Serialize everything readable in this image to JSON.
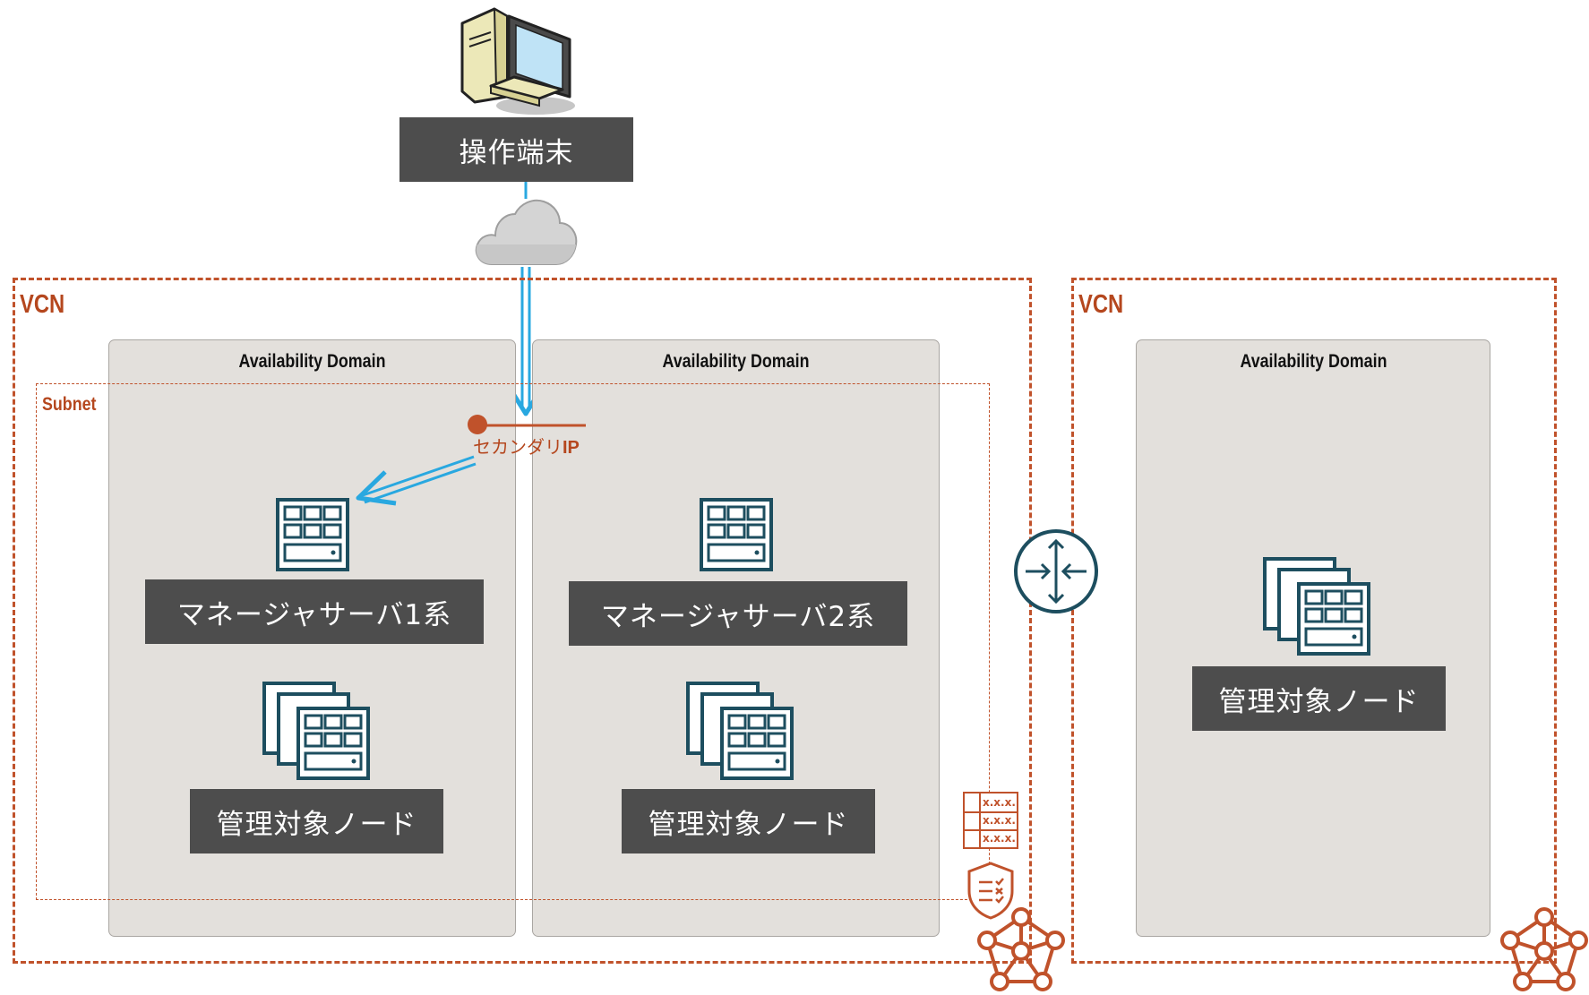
{
  "terminal": {
    "label": "操作端末"
  },
  "vcn_left": {
    "label": "VCN"
  },
  "vcn_right": {
    "label": "VCN"
  },
  "subnet": {
    "label": "Subnet"
  },
  "ad1": {
    "label": "Availability Domain",
    "server_label": "マネージャサーバ1系",
    "nodes_label": "管理対象ノード"
  },
  "ad2": {
    "label": "Availability Domain",
    "server_label": "マネージャサーバ2系",
    "nodes_label": "管理対象ノード"
  },
  "ad3": {
    "label": "Availability Domain",
    "nodes_label": "管理対象ノード"
  },
  "secondary_ip": {
    "label_kana": "セカンダリ",
    "label_ip": "IP"
  },
  "route_table": {
    "rows": [
      "x.x.x.",
      "x.x.x.",
      "x.x.x."
    ]
  },
  "colors": {
    "accent": "#c0522b",
    "box": "#4d4d4d",
    "domain": "#e3e0dc",
    "arrow": "#29a8e0",
    "teal": "#1d4e5f"
  }
}
